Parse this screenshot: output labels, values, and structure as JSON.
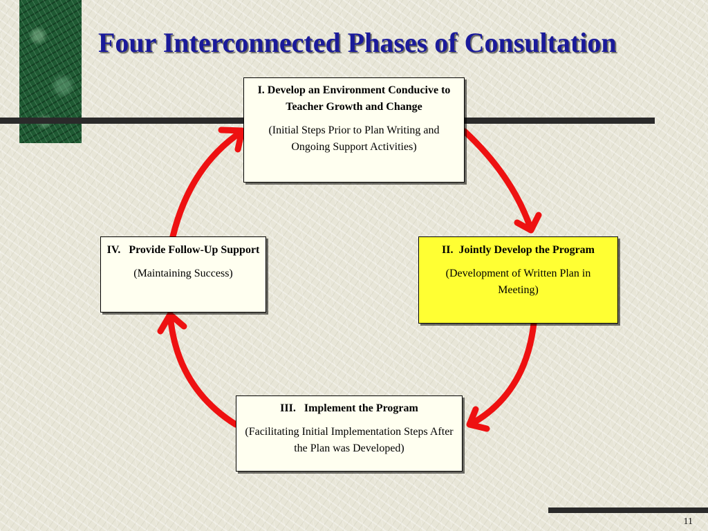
{
  "title": "Four Interconnected Phases of Consultation",
  "page_number": "11",
  "colors": {
    "title_text": "#1a1a9a",
    "arrow": "#ee1111",
    "box_fill": "#fffff0",
    "highlight_fill": "#ffff33",
    "accent_marble": "#1f5a33"
  },
  "phases": [
    {
      "title": "I. Develop an Environment Conducive to Teacher Growth and Change",
      "subtitle": "(Initial Steps Prior to Plan Writing and Ongoing Support Activities)",
      "highlighted": false
    },
    {
      "title": "II.  Jointly Develop the Program",
      "subtitle": "(Development of Written Plan in Meeting)",
      "highlighted": true
    },
    {
      "title": "III.   Implement the Program",
      "subtitle": "(Facilitating Initial Implementation Steps After the Plan was Developed)",
      "highlighted": false
    },
    {
      "title": "IV.   Provide Follow-Up Support",
      "subtitle": "(Maintaining Success)",
      "highlighted": false
    }
  ],
  "connections": [
    {
      "from": "I",
      "to": "II"
    },
    {
      "from": "II",
      "to": "III"
    },
    {
      "from": "III",
      "to": "IV"
    },
    {
      "from": "IV",
      "to": "I"
    }
  ]
}
